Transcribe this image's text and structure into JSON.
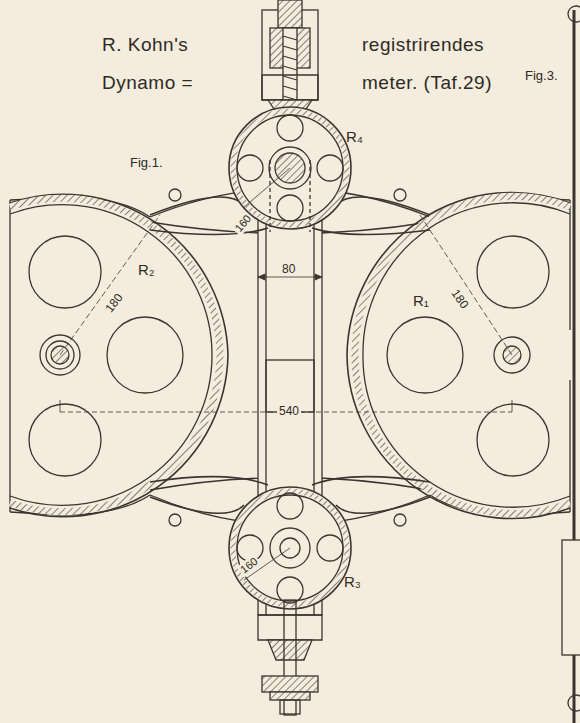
{
  "diagram": {
    "labels": [
      "R. Kohn's",
      "registrirendes",
      "Dynamo =",
      "meter. (Taf.29)",
      "Fig.1.",
      "Fig.3.",
      "R₄",
      "160",
      "80",
      "R₂",
      "180",
      "R₁",
      "180",
      "540",
      "160",
      "R₃"
    ]
  }
}
